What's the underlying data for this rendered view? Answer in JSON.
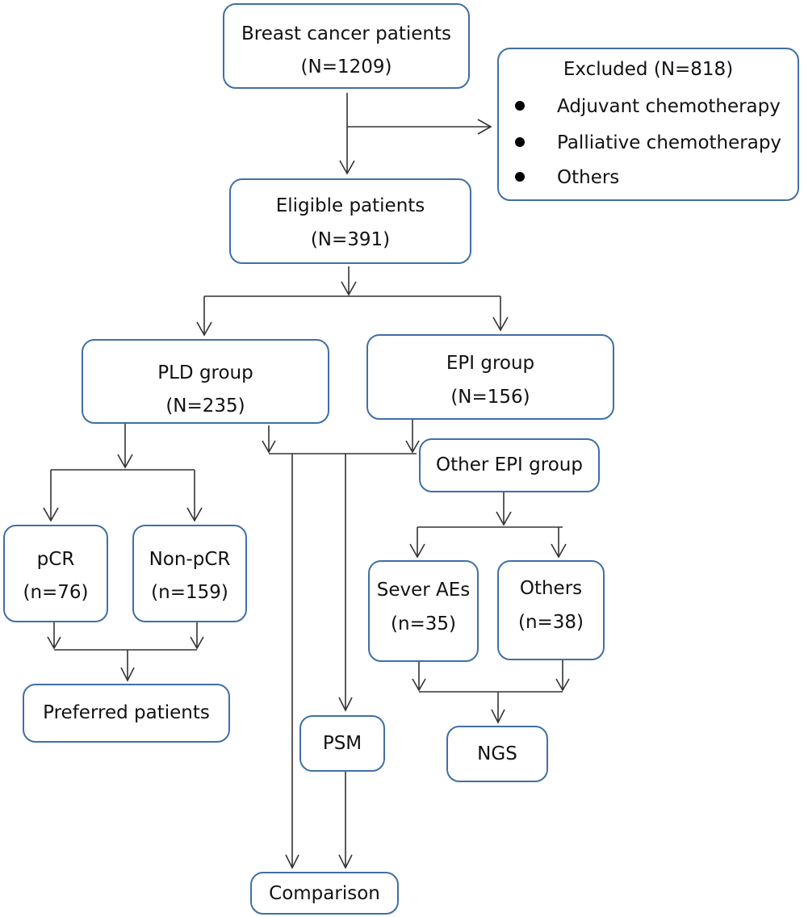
{
  "diagram": {
    "nodes": {
      "breast_cancer": {
        "line1": "Breast cancer patients",
        "line2": "(N=1209)"
      },
      "excluded": {
        "title": "Excluded (N=818)",
        "items": [
          "Adjuvant chemotherapy",
          "Palliative chemotherapy",
          "Others"
        ]
      },
      "eligible": {
        "line1": "Eligible patients",
        "line2": "(N=391)"
      },
      "pld": {
        "line1": "PLD group",
        "line2": "(N=235)"
      },
      "epi": {
        "line1": "EPI group",
        "line2": "(N=156)"
      },
      "other_epi": {
        "line1": "Other EPI group"
      },
      "pcr": {
        "line1": "pCR",
        "line2": "(n=76)"
      },
      "non_pcr": {
        "line1": "Non-pCR",
        "line2": "(n=159)"
      },
      "sever_aes": {
        "line1": "Sever AEs",
        "line2": "(n=35)"
      },
      "others": {
        "line1": "Others",
        "line2": "(n=38)"
      },
      "preferred": {
        "line1": "Preferred patients"
      },
      "psm": {
        "line1": "PSM"
      },
      "ngs": {
        "line1": "NGS"
      },
      "comparison": {
        "line1": "Comparison"
      }
    },
    "colors": {
      "box_border": "#3f6fa6",
      "line": "#333333",
      "text": "#111111"
    }
  }
}
